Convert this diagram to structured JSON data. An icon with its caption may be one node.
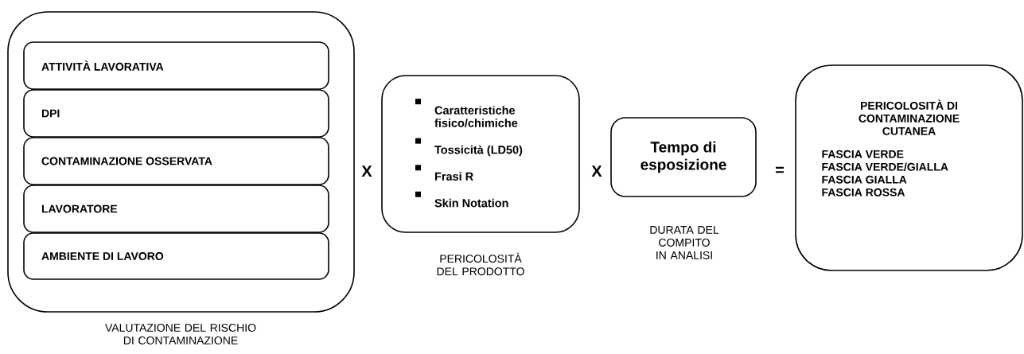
{
  "diagram": {
    "nodes": [
      {
        "text": [],
        "shape": "box",
        "beside": [
          "VALUTAZIONE DEL RISCHIO DI CONTAMINAZIONE"
        ]
      },
      {
        "text": [
          "ATTIVITÀ LAVORATIVA"
        ],
        "in": 0
      },
      {
        "text": [
          "DPI"
        ],
        "in": 0
      },
      {
        "text": [
          "CONTAMINAZIONE OSSERVATA"
        ],
        "in": 0
      },
      {
        "text": [
          "LAVORATORE"
        ],
        "in": 0
      },
      {
        "text": [
          "AMBIENTE DI LAVORO"
        ],
        "in": 0
      },
      {
        "text": [
          "Caratteristiche fisico/chimiche",
          "Tossicità (LD50)",
          "Frasi R",
          "Skin Notation"
        ],
        "beside": [
          "PERICOLOSITÀ DEL PRODOTTO"
        ]
      },
      {
        "text": [
          "Tempo di esposizione"
        ],
        "beside": [
          "DURATA DEL COMPITO IN ANALISI"
        ]
      },
      {
        "text": [
          "PERICOLOSITÀ DI CONTAMINAZIONE CUTANEA",
          "FASCIA VERDE",
          "FASCIA VERDE/GIALLA",
          "FASCIA GIALLA",
          "FASCIA ROSSA"
        ]
      }
    ],
    "labels": [
      "X",
      "X",
      "="
    ]
  }
}
